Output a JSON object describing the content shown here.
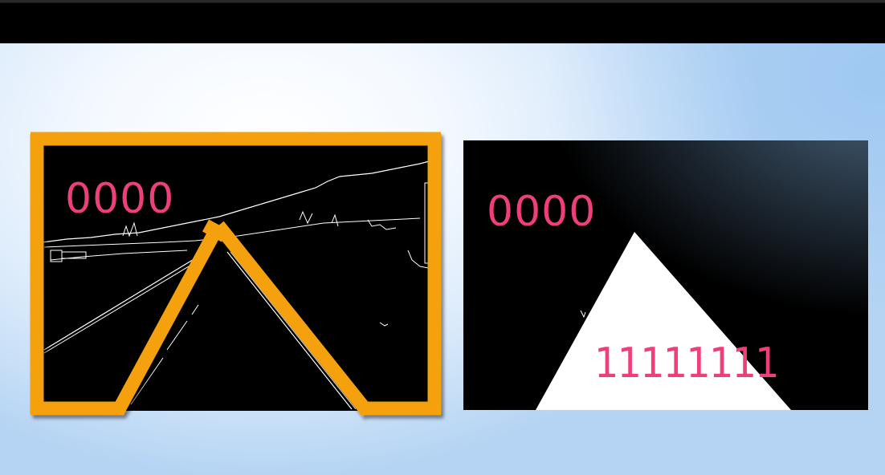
{
  "slide": {
    "left_panel": {
      "label": "0000",
      "description_icon": "canny-edge-road-image"
    },
    "right_panel": {
      "label": "0000",
      "mask_label": "11111111",
      "description_icon": "triangle-mask-image"
    }
  },
  "colors": {
    "label_pink": "#ef3f78",
    "highlight_orange": "#f5a10c",
    "panel_bg": "#000000",
    "mask_fill": "#ffffff"
  }
}
